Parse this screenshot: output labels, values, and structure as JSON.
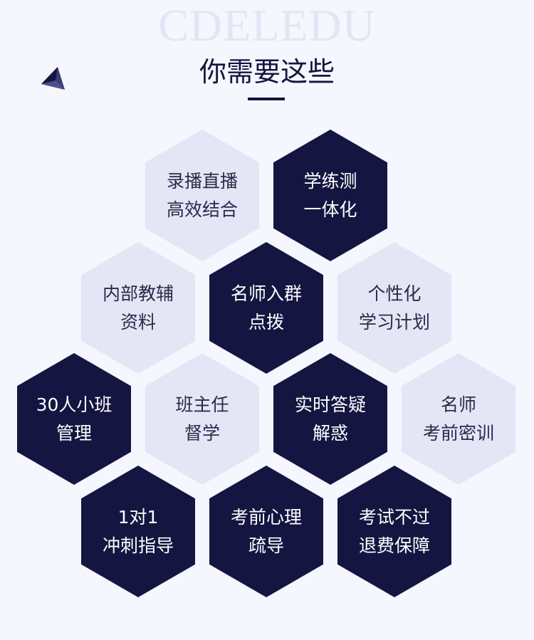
{
  "watermark": "CDELEDU",
  "title": "你需要这些",
  "colors": {
    "background": "#f5f6fe",
    "dark": "#141540",
    "light": "#e5e5f6"
  },
  "icons": {
    "corner": "triangle-pyramid-icon"
  },
  "hexagons": [
    {
      "line1": "录播直播",
      "line2": "高效结合",
      "style": "light"
    },
    {
      "line1": "学练测",
      "line2": "一体化",
      "style": "dark"
    },
    {
      "line1": "内部教辅",
      "line2": "资料",
      "style": "light"
    },
    {
      "line1": "名师入群",
      "line2": "点拨",
      "style": "dark"
    },
    {
      "line1": "个性化",
      "line2": "学习计划",
      "style": "light"
    },
    {
      "line1": "30人小班",
      "line2": "管理",
      "style": "dark"
    },
    {
      "line1": "班主任",
      "line2": "督学",
      "style": "light"
    },
    {
      "line1": "实时答疑",
      "line2": "解惑",
      "style": "dark"
    },
    {
      "line1": "名师",
      "line2": "考前密训",
      "style": "light"
    },
    {
      "line1": "1对1",
      "line2": "冲刺指导",
      "style": "dark"
    },
    {
      "line1": "考前心理",
      "line2": "疏导",
      "style": "dark"
    },
    {
      "line1": "考试不过",
      "line2": "退费保障",
      "style": "dark"
    }
  ]
}
